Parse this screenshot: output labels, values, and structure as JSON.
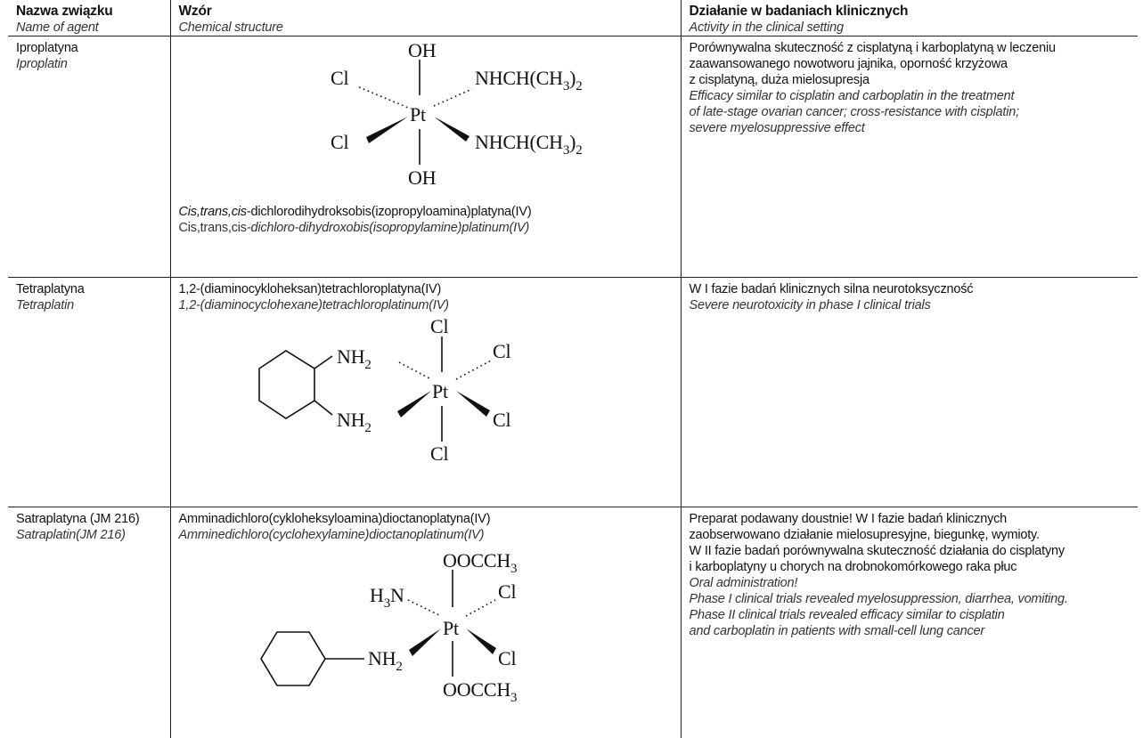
{
  "header": {
    "col1": {
      "pl": "Nazwa związku",
      "en": "Name of agent"
    },
    "col2": {
      "pl": "Wzór",
      "en": "Chemical structure"
    },
    "col3": {
      "pl": "Działanie w badaniach klinicznych",
      "en": "Activity in the clinical setting"
    }
  },
  "rows": [
    {
      "name_pl": "Iproplatyna",
      "name_en": "Iproplatin",
      "formula": {
        "top": "OH",
        "bottom": "OH",
        "center": "Pt",
        "left_top": "Cl",
        "left_bottom": "Cl",
        "right_top": "NHCH(CH",
        "right_top_sub": "3",
        "right_top_end": ")",
        "right_top_sub2": "2",
        "right_bottom": "NHCH(CH",
        "right_bottom_sub": "3",
        "right_bottom_end": ")",
        "right_bottom_sub2": "2"
      },
      "caption_pl_italic": "Cis,trans,cis",
      "caption_pl": "-dichlorodihydroksobis(izopropyloamina)platyna(IV)",
      "caption_en_plain": "Cis,trans,cis",
      "caption_en": "-dichloro-dihydroxobis(isopropylamine)platinum(IV)",
      "activity_pl": [
        "Porównywalna skuteczność z cisplatyną i karboplatyną w leczeniu",
        "zaawansowanego nowotworu jajnika, oporność krzyżowa",
        "z cisplatyną, duża mielosupresja"
      ],
      "activity_en": [
        "Efficacy similar to cisplatin and carboplatin in the treatment",
        "of late-stage ovarian cancer; cross-resistance with cisplatin;",
        "severe myelosuppressive effect"
      ]
    },
    {
      "name_pl": "Tetraplatyna",
      "name_en": "Tetraplatin",
      "caption_pl": "1,2-(diaminocykloheksan)tetrachloroplatyna(IV)",
      "caption_en": "1,2-(diaminocyclohexane)tetrachloroplatinum(IV)",
      "formula": {
        "top": "Cl",
        "bottom": "Cl",
        "center": "Pt",
        "nh_top": "NH",
        "nh_top_sub": "2",
        "nh_bottom": "NH",
        "nh_bottom_sub": "2",
        "right_top": "Cl",
        "right_bottom": "Cl"
      },
      "activity_pl": [
        "W I fazie badań klinicznych silna neurotoksyczność"
      ],
      "activity_en": [
        "Severe neurotoxicity in phase I clinical trials"
      ]
    },
    {
      "name_pl": "Satraplatyna (JM 216)",
      "name_en": "Satraplatin(JM 216)",
      "caption_pl": "Amminadichloro(cykloheksyloamina)dioctanoplatyna(IV)",
      "caption_en": "Amminedichloro(cyclohexylamine)dioctanoplatinum(IV)",
      "formula": {
        "top": "OOCCH",
        "top_sub": "3",
        "bottom": "OOCCH",
        "bottom_sub": "3",
        "center": "Pt",
        "h3n_h": "H",
        "h3n_sub": "3",
        "h3n_n": "N",
        "nh": "NH",
        "nh_sub": "2",
        "right_top": "Cl",
        "right_bottom": "Cl"
      },
      "activity_pl": [
        "Preparat podawany doustnie! W I fazie badań klinicznych",
        "zaobserwowano działanie mielosupresyjne, biegunkę, wymioty.",
        "W II fazie badań porównywalna skuteczność działania do cisplatyny",
        "i karboplatyny u chorych na drobnokomórkowego raka płuc"
      ],
      "activity_en": [
        "Oral administration!",
        "Phase I clinical trials revealed myelosuppression, diarrhea, vomiting.",
        "Phase II clinical trials revealed efficacy similar to cisplatin",
        "and carboplatin in patients with small-cell lung cancer"
      ]
    }
  ]
}
